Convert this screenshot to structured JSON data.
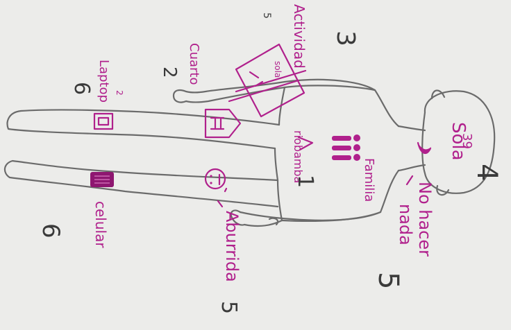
{
  "labels": {
    "sola": "Sola",
    "age": "39",
    "familia": "Familia",
    "riobamba": "riobamba",
    "cuarto": "Cuarto",
    "actividad": "Actividad",
    "sheet_text": "sola",
    "laptop": "Laptop",
    "celular": "celular",
    "no_hacer_1": "No hacer",
    "no_hacer_2": "nada",
    "aburrida": "Aburrida"
  },
  "numbers": {
    "head": "4",
    "no_hacer": "5",
    "aburrida": "5",
    "actividad_big": "3",
    "actividad_small": "5",
    "cuarto": "2",
    "laptop_big": "6",
    "laptop_small": "2",
    "celular": "6",
    "riobamba": "1"
  },
  "colors": {
    "paper": "#ececea",
    "pencil": "#6b6b6b",
    "ink": "#b0208c"
  }
}
